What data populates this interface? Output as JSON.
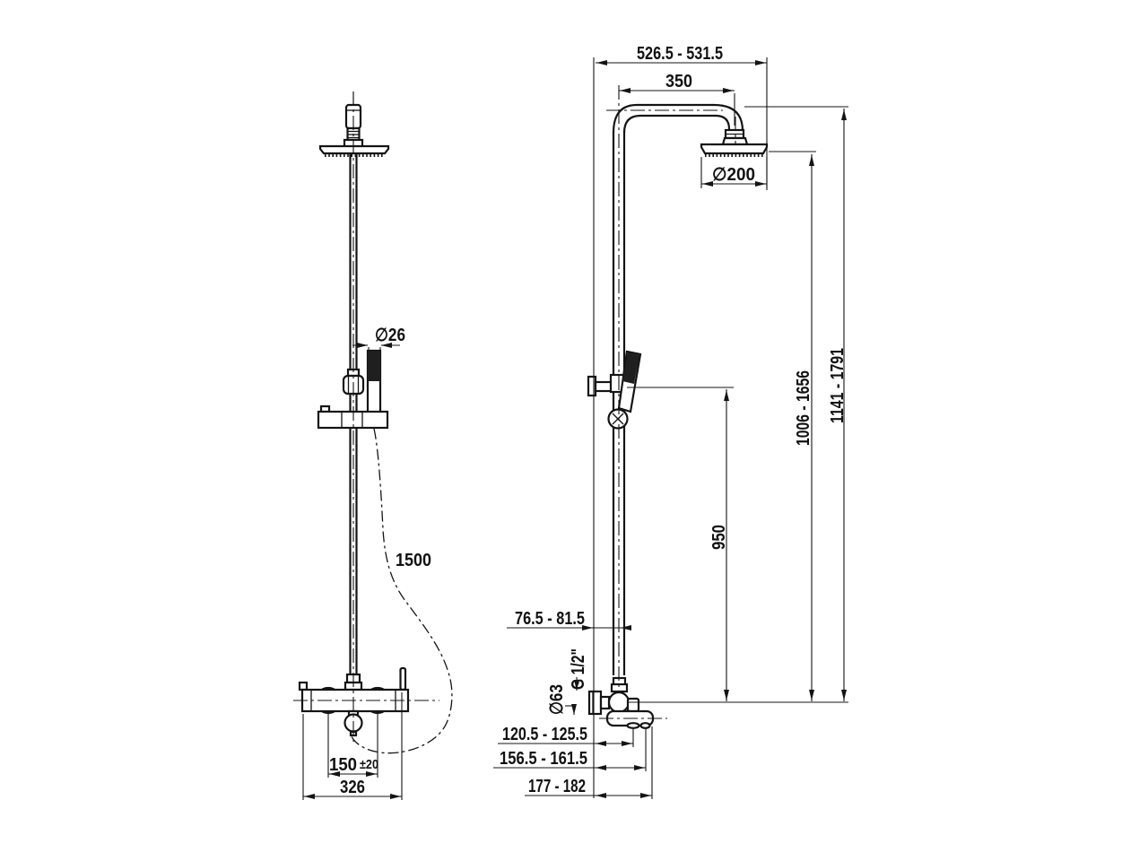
{
  "drawing": {
    "kind": "technical-dimension-drawing",
    "subject": "thermostatic shower column with overhead shower and hand shower",
    "colors": {
      "line": "#141414",
      "background": "#ffffff"
    }
  },
  "dims": {
    "total_width": "526.5 - 531.5",
    "arm_reach": "350",
    "head_diameter": "∅200",
    "hand_shower_diameter": "∅26",
    "hose_length": "1500",
    "inlet_spacing": "150",
    "inlet_spacing_tolerance": "±20",
    "body_width": "326",
    "wall_to_column": "76.5 - 81.5",
    "inlet_thread": "G 1/2\"",
    "rosette_diameter": "∅63",
    "outlet_depth_1": "120.5 - 125.5",
    "outlet_depth_2": "156.5 - 161.5",
    "outlet_depth_3": "177 - 182",
    "holder_height": "950",
    "head_face_height": "1006 - 1656",
    "overall_height": "1141 - 1791"
  }
}
